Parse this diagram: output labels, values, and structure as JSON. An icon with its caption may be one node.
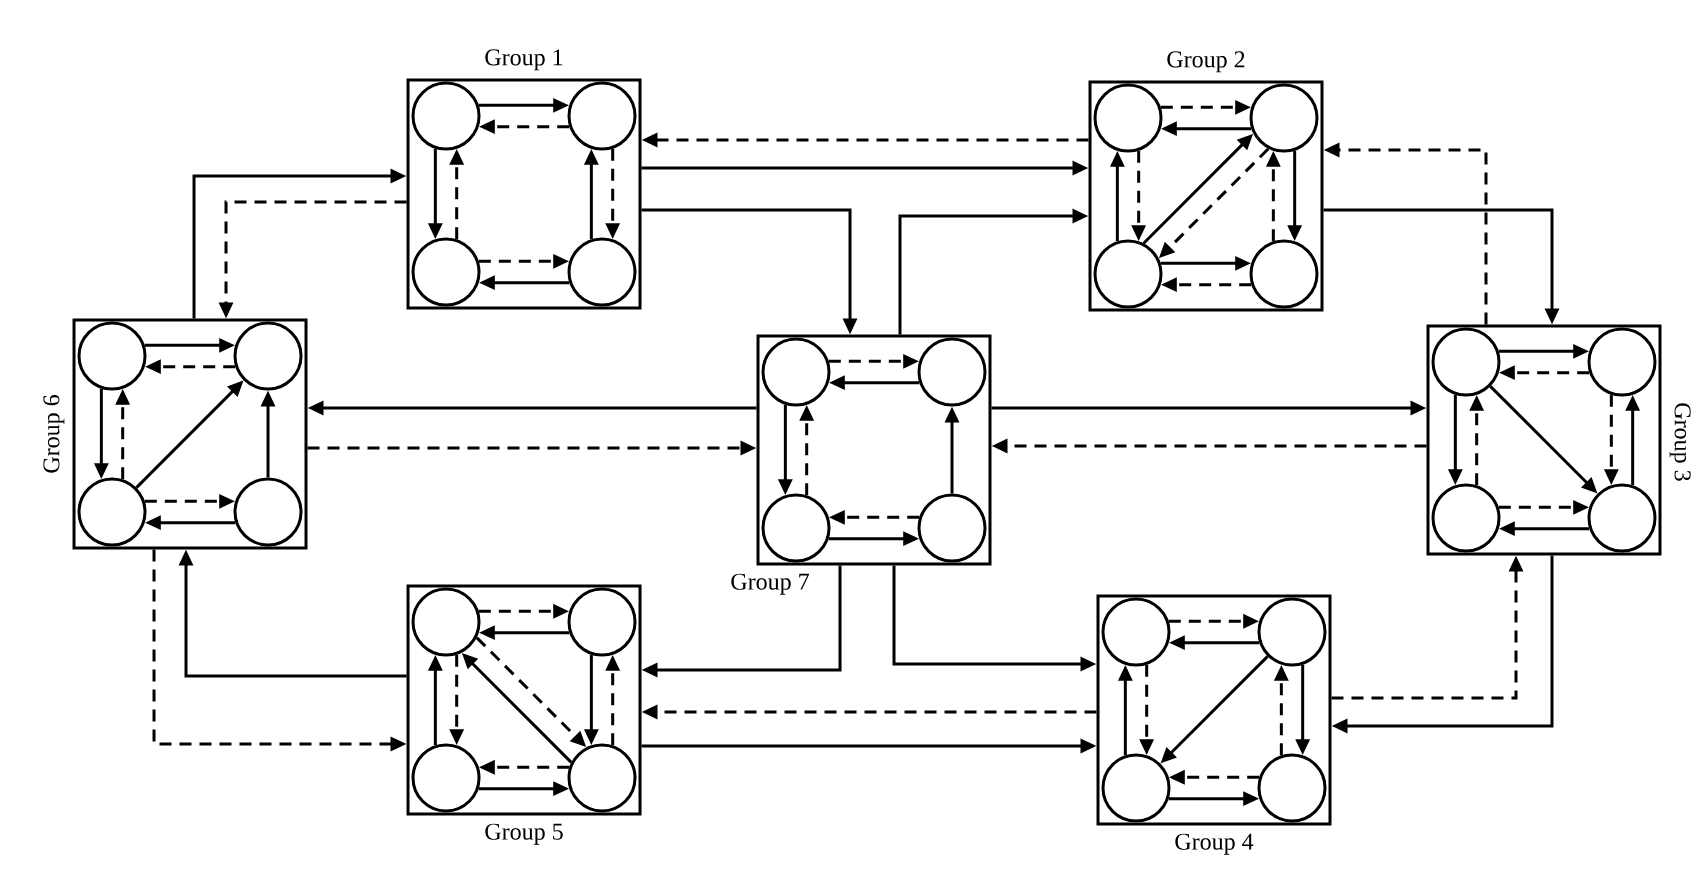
{
  "diagram": {
    "nodes": [
      {
        "text": [
          "Group 1"
        ]
      },
      {
        "text": [],
        "shape": "circle",
        "in": 0
      },
      {
        "text": [],
        "shape": "circle",
        "in": 0
      },
      {
        "text": [],
        "shape": "circle",
        "in": 0
      },
      {
        "text": [],
        "shape": "circle",
        "in": 0
      },
      {
        "text": [
          "Group 2"
        ]
      },
      {
        "text": [],
        "shape": "circle",
        "in": 5
      },
      {
        "text": [],
        "shape": "circle",
        "in": 5
      },
      {
        "text": [],
        "shape": "circle",
        "in": 5
      },
      {
        "text": [],
        "shape": "circle",
        "in": 5
      },
      {
        "text": [
          "Group 3"
        ]
      },
      {
        "text": [],
        "shape": "circle",
        "in": 10
      },
      {
        "text": [],
        "shape": "circle",
        "in": 10
      },
      {
        "text": [],
        "shape": "circle",
        "in": 10
      },
      {
        "text": [],
        "shape": "circle",
        "in": 10
      },
      {
        "text": [
          "Group 4"
        ]
      },
      {
        "text": [],
        "shape": "circle",
        "in": 15
      },
      {
        "text": [],
        "shape": "circle",
        "in": 15
      },
      {
        "text": [],
        "shape": "circle",
        "in": 15
      },
      {
        "text": [],
        "shape": "circle",
        "in": 15
      },
      {
        "text": [
          "Group 5"
        ]
      },
      {
        "text": [],
        "shape": "circle",
        "in": 20
      },
      {
        "text": [],
        "shape": "circle",
        "in": 20
      },
      {
        "text": [],
        "shape": "circle",
        "in": 20
      },
      {
        "text": [],
        "shape": "circle",
        "in": 20
      },
      {
        "text": [
          "Group 6"
        ]
      },
      {
        "text": [],
        "shape": "circle",
        "in": 25
      },
      {
        "text": [],
        "shape": "circle",
        "in": 25
      },
      {
        "text": [],
        "shape": "circle",
        "in": 25
      },
      {
        "text": [],
        "shape": "circle",
        "in": 25
      },
      {
        "text": [
          "Group 7"
        ]
      },
      {
        "text": [],
        "shape": "circle",
        "in": 30
      },
      {
        "text": [],
        "shape": "circle",
        "in": 30
      },
      {
        "text": [],
        "shape": "circle",
        "in": 30
      },
      {
        "text": [],
        "shape": "circle",
        "in": 30
      }
    ],
    "edges": [
      {
        "from": 1,
        "to": 2,
        "arrow": "to"
      },
      {
        "from": 2,
        "to": 1,
        "arrow": "to",
        "style": "dashed"
      },
      {
        "from": 1,
        "to": 3,
        "arrow": "to"
      },
      {
        "from": 3,
        "to": 1,
        "arrow": "to",
        "style": "dashed"
      },
      {
        "from": 4,
        "to": 2,
        "arrow": "to"
      },
      {
        "from": 2,
        "to": 4,
        "arrow": "to",
        "style": "dashed"
      },
      {
        "from": 3,
        "to": 4,
        "arrow": "to",
        "style": "dashed"
      },
      {
        "from": 4,
        "to": 3,
        "arrow": "to"
      },
      {
        "from": 6,
        "to": 7,
        "arrow": "to",
        "style": "dashed"
      },
      {
        "from": 7,
        "to": 6,
        "arrow": "to"
      },
      {
        "from": 8,
        "to": 6,
        "arrow": "to"
      },
      {
        "from": 6,
        "to": 8,
        "arrow": "to",
        "style": "dashed"
      },
      {
        "from": 8,
        "to": 7,
        "arrow": "to"
      },
      {
        "from": 7,
        "to": 8,
        "arrow": "to",
        "style": "dashed"
      },
      {
        "from": 7,
        "to": 9,
        "arrow": "to"
      },
      {
        "from": 9,
        "to": 7,
        "arrow": "to",
        "style": "dashed"
      },
      {
        "from": 8,
        "to": 9,
        "arrow": "to"
      },
      {
        "from": 9,
        "to": 8,
        "arrow": "to",
        "style": "dashed"
      },
      {
        "from": 11,
        "to": 12,
        "arrow": "to"
      },
      {
        "from": 12,
        "to": 11,
        "arrow": "to",
        "style": "dashed"
      },
      {
        "from": 11,
        "to": 13,
        "arrow": "to"
      },
      {
        "from": 13,
        "to": 11,
        "arrow": "to",
        "style": "dashed"
      },
      {
        "from": 11,
        "to": 14,
        "arrow": "to"
      },
      {
        "from": 12,
        "to": 14,
        "arrow": "to",
        "style": "dashed"
      },
      {
        "from": 14,
        "to": 12,
        "arrow": "to"
      },
      {
        "from": 13,
        "to": 14,
        "arrow": "to",
        "style": "dashed"
      },
      {
        "from": 14,
        "to": 13,
        "arrow": "to"
      },
      {
        "from": 16,
        "to": 17,
        "arrow": "to",
        "style": "dashed"
      },
      {
        "from": 17,
        "to": 16,
        "arrow": "to"
      },
      {
        "from": 18,
        "to": 16,
        "arrow": "to"
      },
      {
        "from": 16,
        "to": 18,
        "arrow": "to",
        "style": "dashed"
      },
      {
        "from": 17,
        "to": 18,
        "arrow": "to"
      },
      {
        "from": 19,
        "to": 17,
        "arrow": "to",
        "style": "dashed"
      },
      {
        "from": 17,
        "to": 19,
        "arrow": "to"
      },
      {
        "from": 19,
        "to": 18,
        "arrow": "to",
        "style": "dashed"
      },
      {
        "from": 18,
        "to": 19,
        "arrow": "to"
      },
      {
        "from": 21,
        "to": 22,
        "arrow": "to",
        "style": "dashed"
      },
      {
        "from": 22,
        "to": 21,
        "arrow": "to"
      },
      {
        "from": 23,
        "to": 21,
        "arrow": "to"
      },
      {
        "from": 21,
        "to": 23,
        "arrow": "to",
        "style": "dashed"
      },
      {
        "from": 24,
        "to": 21,
        "arrow": "to"
      },
      {
        "from": 21,
        "to": 24,
        "arrow": "to",
        "style": "dashed"
      },
      {
        "from": 22,
        "to": 24,
        "arrow": "to"
      },
      {
        "from": 24,
        "to": 22,
        "arrow": "to",
        "style": "dashed"
      },
      {
        "from": 24,
        "to": 23,
        "arrow": "to",
        "style": "dashed"
      },
      {
        "from": 23,
        "to": 24,
        "arrow": "to"
      },
      {
        "from": 26,
        "to": 27,
        "arrow": "to"
      },
      {
        "from": 27,
        "to": 26,
        "arrow": "to",
        "style": "dashed"
      },
      {
        "from": 26,
        "to": 28,
        "arrow": "to"
      },
      {
        "from": 28,
        "to": 26,
        "arrow": "to",
        "style": "dashed"
      },
      {
        "from": 28,
        "to": 27,
        "arrow": "to"
      },
      {
        "from": 29,
        "to": 27,
        "arrow": "to"
      },
      {
        "from": 28,
        "to": 29,
        "arrow": "to",
        "style": "dashed"
      },
      {
        "from": 29,
        "to": 28,
        "arrow": "to"
      },
      {
        "from": 31,
        "to": 32,
        "arrow": "to",
        "style": "dashed"
      },
      {
        "from": 32,
        "to": 31,
        "arrow": "to"
      },
      {
        "from": 31,
        "to": 33,
        "arrow": "to"
      },
      {
        "from": 33,
        "to": 31,
        "arrow": "to",
        "style": "dashed"
      },
      {
        "from": 34,
        "to": 32,
        "arrow": "to"
      },
      {
        "from": 34,
        "to": 33,
        "arrow": "to",
        "style": "dashed"
      },
      {
        "from": 33,
        "to": 34,
        "arrow": "to"
      },
      {
        "from": 25,
        "to": 0,
        "arrow": "to"
      },
      {
        "from": 0,
        "to": 25,
        "arrow": "to",
        "style": "dashed"
      },
      {
        "from": 5,
        "to": 0,
        "arrow": "to",
        "style": "dashed"
      },
      {
        "from": 0,
        "to": 5,
        "arrow": "to"
      },
      {
        "from": 0,
        "to": 30,
        "arrow": "to"
      },
      {
        "from": 30,
        "to": 5,
        "arrow": "to"
      },
      {
        "from": 10,
        "to": 5,
        "arrow": "to",
        "style": "dashed"
      },
      {
        "from": 5,
        "to": 10,
        "arrow": "to"
      },
      {
        "from": 30,
        "to": 25,
        "arrow": "to"
      },
      {
        "from": 25,
        "to": 30,
        "arrow": "to",
        "style": "dashed"
      },
      {
        "from": 30,
        "to": 10,
        "arrow": "to"
      },
      {
        "from": 10,
        "to": 30,
        "arrow": "to",
        "style": "dashed"
      },
      {
        "from": 20,
        "to": 25,
        "arrow": "to"
      },
      {
        "from": 25,
        "to": 20,
        "arrow": "to",
        "style": "dashed"
      },
      {
        "from": 30,
        "to": 20,
        "arrow": "to"
      },
      {
        "from": 15,
        "to": 20,
        "arrow": "to",
        "style": "dashed"
      },
      {
        "from": 20,
        "to": 15,
        "arrow": "to"
      },
      {
        "from": 30,
        "to": 15,
        "arrow": "to"
      },
      {
        "from": 15,
        "to": 10,
        "arrow": "to",
        "style": "dashed"
      },
      {
        "from": 10,
        "to": 15,
        "arrow": "to"
      }
    ]
  }
}
